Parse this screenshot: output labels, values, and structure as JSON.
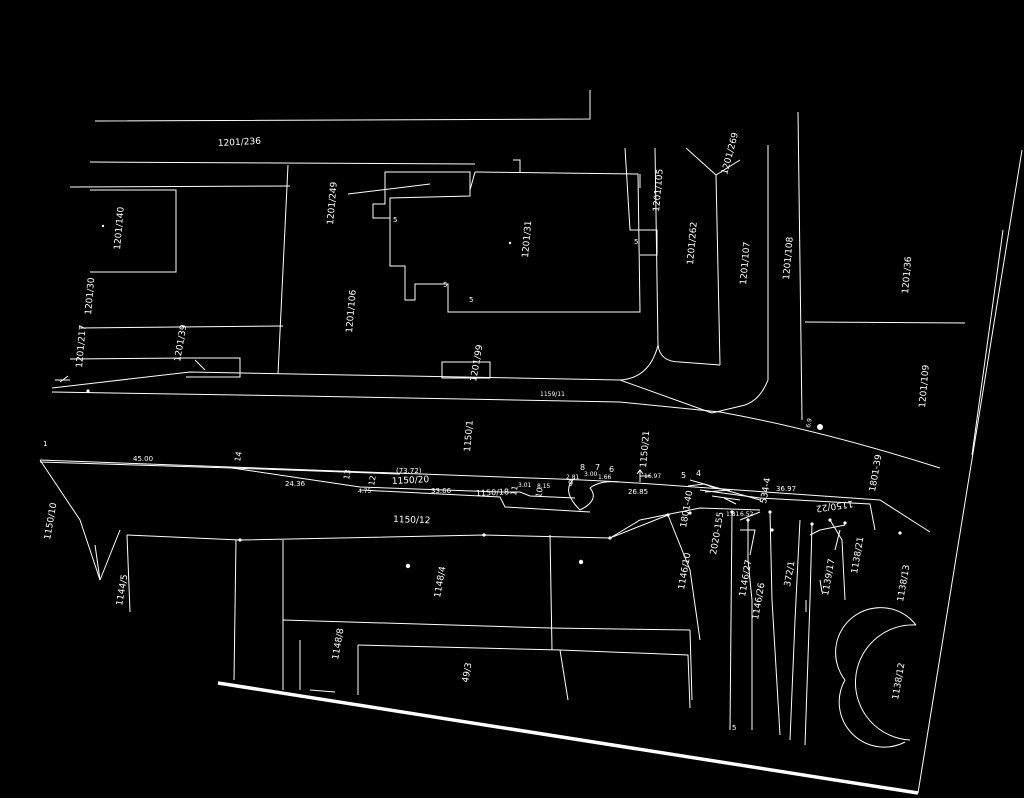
{
  "parcels": [
    {
      "id": "p1201_236",
      "text": "1201/236"
    },
    {
      "id": "p1201_140",
      "text": "1201/140"
    },
    {
      "id": "p1201_249",
      "text": "1201/249"
    },
    {
      "id": "p1201_31",
      "text": "1201/31"
    },
    {
      "id": "p1201_105",
      "text": "1201/105"
    },
    {
      "id": "p1201_269",
      "text": "1201/269"
    },
    {
      "id": "p1201_262",
      "text": "1201/262"
    },
    {
      "id": "p1201_107",
      "text": "1201/107"
    },
    {
      "id": "p1201_108",
      "text": "1201/108"
    },
    {
      "id": "p1201_36",
      "text": "1201/36"
    },
    {
      "id": "p1201_30",
      "text": "1201/30"
    },
    {
      "id": "p1201_106",
      "text": "1201/106"
    },
    {
      "id": "p1201_217",
      "text": "1201/217"
    },
    {
      "id": "p1201_39",
      "text": "1201/39"
    },
    {
      "id": "p1201_99",
      "text": "1201/99"
    },
    {
      "id": "p1201_109",
      "text": "1201/109"
    },
    {
      "id": "p1159_11",
      "text": "1159/11"
    },
    {
      "id": "p1150_1",
      "text": "1150/1"
    },
    {
      "id": "p1150_21",
      "text": "1150/21"
    },
    {
      "id": "p1150_20",
      "text": "1150/20"
    },
    {
      "id": "p1150_18",
      "text": "1150/18"
    },
    {
      "id": "p1150_12",
      "text": "1150/12"
    },
    {
      "id": "p1150_10",
      "text": "1150/10"
    },
    {
      "id": "p1144_5",
      "text": "1144/5"
    },
    {
      "id": "p1148_4",
      "text": "1148/4"
    },
    {
      "id": "p1148_8",
      "text": "1148/8"
    },
    {
      "id": "p49_3",
      "text": "49/3"
    },
    {
      "id": "p1146_10",
      "text": "1146/10"
    },
    {
      "id": "p1801_40",
      "text": "1801-40"
    },
    {
      "id": "p2020_155",
      "text": "2020-155"
    },
    {
      "id": "p1146_27",
      "text": "1146/27"
    },
    {
      "id": "p1146_26",
      "text": "1146/26"
    },
    {
      "id": "p534_4",
      "text": "534-4"
    },
    {
      "id": "p372_1",
      "text": "372/1"
    },
    {
      "id": "p1139_17",
      "text": "1139/17"
    },
    {
      "id": "p1150_22",
      "text": "1150/22"
    },
    {
      "id": "p1801_39",
      "text": "1801-39"
    },
    {
      "id": "p1138_21",
      "text": "1138/21"
    },
    {
      "id": "p1138_13",
      "text": "1138/13"
    },
    {
      "id": "p1138_12",
      "text": "1138/12"
    }
  ],
  "measures": [
    {
      "id": "m45",
      "text": "45.00"
    },
    {
      "id": "m14",
      "text": "14"
    },
    {
      "id": "m7372",
      "text": "(73.72)"
    },
    {
      "id": "m13",
      "text": "13"
    },
    {
      "id": "m12",
      "text": "12"
    },
    {
      "id": "m2436",
      "text": "24.36"
    },
    {
      "id": "m475",
      "text": "4.75"
    },
    {
      "id": "m3366",
      "text": "33.66"
    },
    {
      "id": "m11",
      "text": "11"
    },
    {
      "id": "m10",
      "text": "10"
    },
    {
      "id": "m301",
      "text": "3.01"
    },
    {
      "id": "m815",
      "text": "8.15"
    },
    {
      "id": "m9",
      "text": "9"
    },
    {
      "id": "m281",
      "text": "2.81"
    },
    {
      "id": "m8",
      "text": "8"
    },
    {
      "id": "m300",
      "text": "3.00"
    },
    {
      "id": "m7",
      "text": "7"
    },
    {
      "id": "m166",
      "text": "1.66"
    },
    {
      "id": "m6",
      "text": "6"
    },
    {
      "id": "m1697",
      "text": "16.97"
    },
    {
      "id": "m5",
      "text": "5"
    },
    {
      "id": "m4",
      "text": "4"
    },
    {
      "id": "m2685",
      "text": "26.85"
    },
    {
      "id": "m3697",
      "text": "36.97"
    },
    {
      "id": "m552",
      "text": "6.52"
    },
    {
      "id": "m181",
      "text": "1.81"
    },
    {
      "id": "m_s1",
      "text": "5"
    },
    {
      "id": "m_s2",
      "text": "5"
    },
    {
      "id": "m_s3",
      "text": "5"
    },
    {
      "id": "m_s4",
      "text": "5"
    },
    {
      "id": "m_s5",
      "text": "5"
    },
    {
      "id": "m_1",
      "text": "1"
    },
    {
      "id": "m_69",
      "text": "6.9"
    }
  ]
}
